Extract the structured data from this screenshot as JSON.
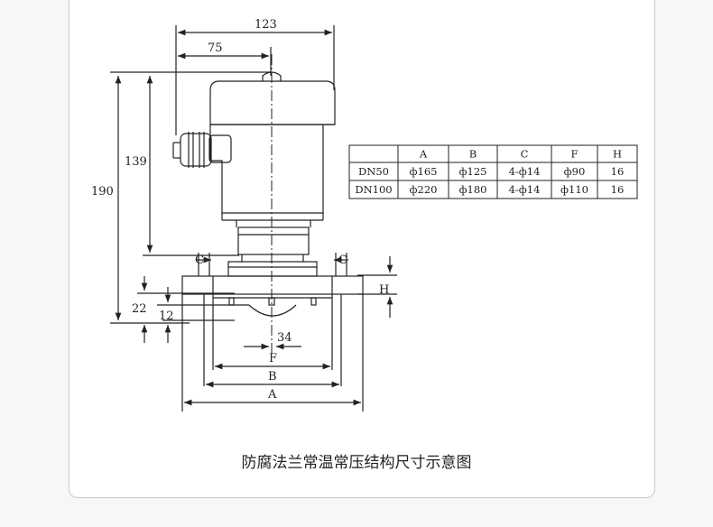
{
  "dimensions": {
    "d123": "123",
    "d75": "75",
    "d190": "190",
    "d139": "139",
    "d22": "22",
    "d12": "12",
    "d34": "34",
    "C": "C",
    "H": "H",
    "F": "F",
    "B": "B",
    "A": "A"
  },
  "spec_table": {
    "headers": [
      "",
      "A",
      "B",
      "C",
      "F",
      "H"
    ],
    "rows": [
      [
        "DN50",
        "ф165",
        "ф125",
        "4-ф14",
        "ф90",
        "16"
      ],
      [
        "DN100",
        "ф220",
        "ф180",
        "4-ф14",
        "ф110",
        "16"
      ]
    ]
  },
  "caption": "防腐法兰常温常压结构尺寸示意图",
  "colors": {
    "line": "#222222",
    "background": "#ffffff",
    "page": "#f7f7f7"
  }
}
